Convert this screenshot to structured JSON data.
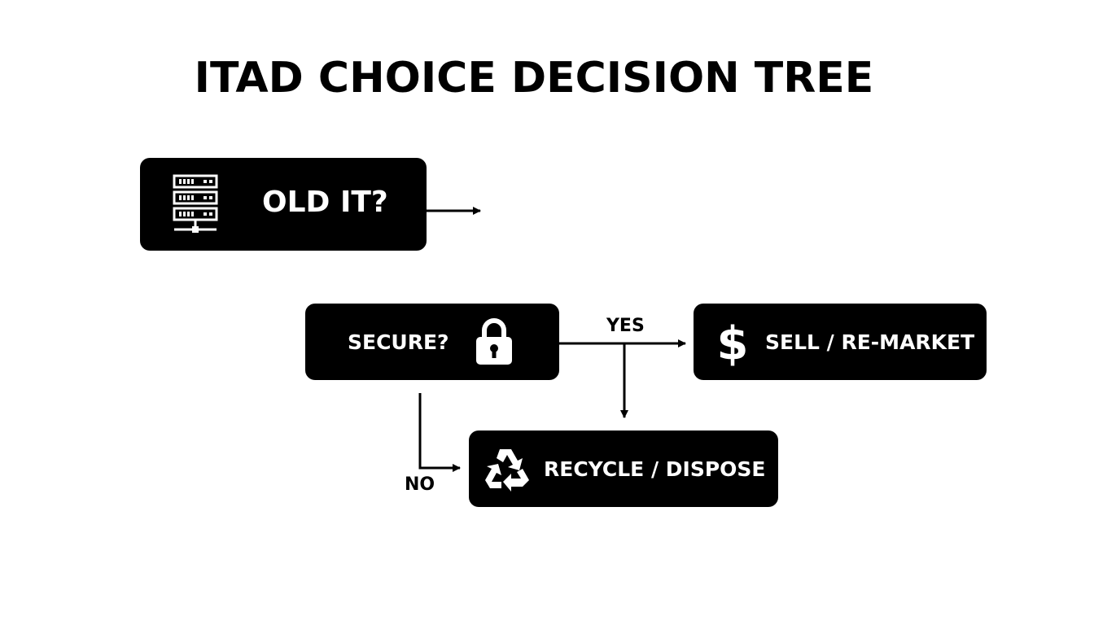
{
  "title": "ITAD CHOICE DECISION TREE",
  "nodes": {
    "old_it": {
      "label": "OLD IT?",
      "icon": "server-rack-icon"
    },
    "secure": {
      "label": "SECURE?",
      "icon": "padlock-icon"
    },
    "sell": {
      "label": "SELL / RE-MARKET",
      "icon": "dollar-sign-icon"
    },
    "recycle": {
      "label": "RECYCLE / DISPOSE",
      "icon": "recycle-icon"
    }
  },
  "edges": {
    "yes_label": "YES",
    "no_label": "NO"
  },
  "colors": {
    "node_fill": "#000000",
    "node_text": "#ffffff",
    "background": "#ffffff",
    "line": "#000000"
  }
}
